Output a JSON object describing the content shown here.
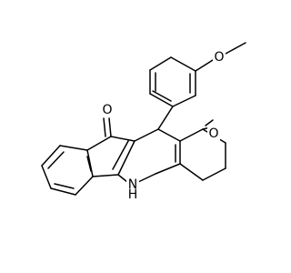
{
  "molecule": {
    "atom_labels": {
      "methoxy_oxygen": "O",
      "ketone_oxygen_left": "O",
      "ketone_oxygen_right": "O",
      "nitrogen": "N",
      "nitrogen_hydrogen": "H"
    },
    "colors": {
      "bond": "#000000",
      "background": "#ffffff"
    }
  }
}
